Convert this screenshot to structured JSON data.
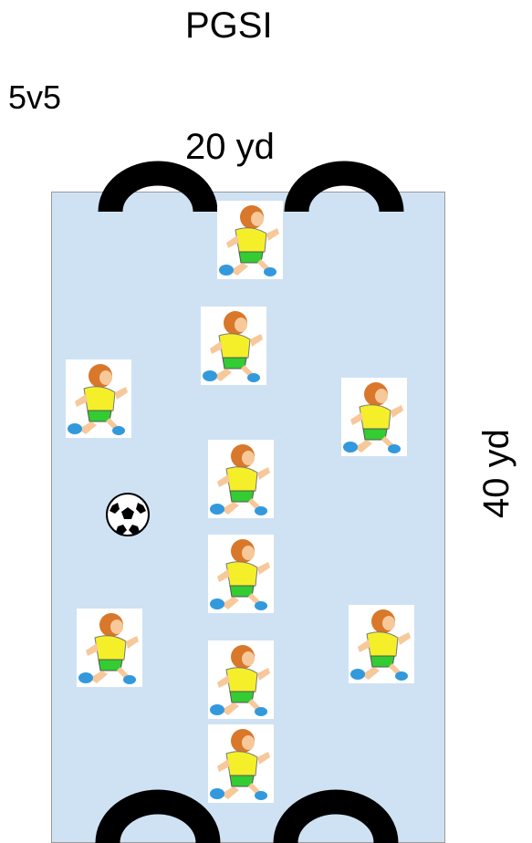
{
  "diagram": {
    "title": "PGSI",
    "format": "5v5",
    "width_label": "20 yd",
    "length_label": "40 yd"
  },
  "colors": {
    "field": "#cfe2f3",
    "goal": "#000000",
    "player_shirt": "#f5ef2a",
    "player_shorts": "#33cc33",
    "player_hair": "#d9772b",
    "player_skin": "#f7c89a",
    "player_shoes": "#3399dd"
  },
  "icons": {
    "player": "running-player-icon",
    "ball": "soccer-ball-icon",
    "goal": "goal-arch-icon"
  },
  "counts": {
    "players": 10,
    "balls": 1,
    "goals": 4
  }
}
